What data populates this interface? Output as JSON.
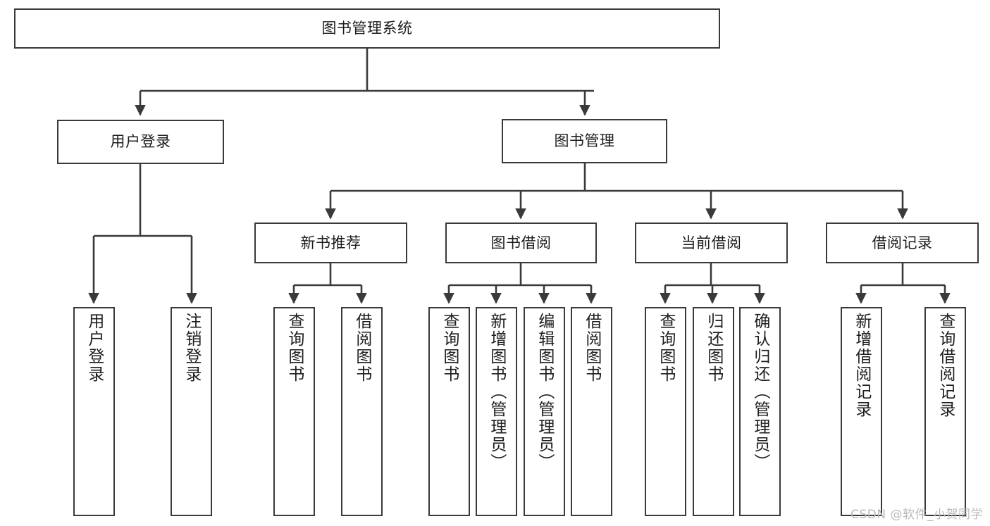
{
  "diagram": {
    "type": "tree-hierarchy-chart",
    "title": "图书管理系统",
    "watermark": "CSDN @软件_小贺同学",
    "colors": {
      "box_border": "#3a3a3a",
      "box_fill": "#ffffff",
      "connector": "#3a3a3a",
      "text": "#1d1d1d",
      "watermark": "#b9b9b9",
      "background": "#ffffff"
    },
    "levels": {
      "root": "图书管理系统",
      "level2": [
        "用户登录",
        "图书管理"
      ],
      "level3": [
        "新书推荐",
        "图书借阅",
        "当前借阅",
        "借阅记录"
      ],
      "leaves": [
        "用户登录",
        "注销登录",
        "查询图书",
        "借阅图书",
        "查询图书",
        "新增图书（管理员）",
        "编辑图书（管理员）",
        "借阅图书",
        "查询图书",
        "归还图书",
        "确认归还（管理员）",
        "新增借阅记录",
        "查询借阅记录"
      ]
    },
    "nodes": {
      "root": {
        "label": "图书管理系统"
      },
      "user_login": {
        "label": "用户登录"
      },
      "book_manage": {
        "label": "图书管理"
      },
      "new_book_rec": {
        "label": "新书推荐"
      },
      "book_borrow": {
        "label": "图书借阅"
      },
      "current_borrow": {
        "label": "当前借阅"
      },
      "borrow_record": {
        "label": "借阅记录"
      },
      "leaf_user_login": {
        "label": "用户登录"
      },
      "leaf_logout": {
        "label": "注销登录"
      },
      "leaf_query_book_a": {
        "label": "查询图书"
      },
      "leaf_borrow_book_a": {
        "label": "借阅图书"
      },
      "leaf_query_book_b": {
        "label": "查询图书"
      },
      "leaf_add_book": {
        "label": "新增图书（管理员）"
      },
      "leaf_edit_book": {
        "label": "编辑图书（管理员）"
      },
      "leaf_borrow_book_b": {
        "label": "借阅图书"
      },
      "leaf_query_book_c": {
        "label": "查询图书"
      },
      "leaf_return_book": {
        "label": "归还图书"
      },
      "leaf_confirm_return": {
        "label": "确认归还（管理员）"
      },
      "leaf_add_record": {
        "label": "新增借阅记录"
      },
      "leaf_query_record": {
        "label": "查询借阅记录"
      }
    },
    "edges": [
      {
        "from": "root",
        "to": "user_login"
      },
      {
        "from": "root",
        "to": "book_manage"
      },
      {
        "from": "user_login",
        "to": "leaf_user_login"
      },
      {
        "from": "user_login",
        "to": "leaf_logout"
      },
      {
        "from": "book_manage",
        "to": "new_book_rec"
      },
      {
        "from": "book_manage",
        "to": "book_borrow"
      },
      {
        "from": "book_manage",
        "to": "current_borrow"
      },
      {
        "from": "book_manage",
        "to": "borrow_record"
      },
      {
        "from": "new_book_rec",
        "to": "leaf_query_book_a"
      },
      {
        "from": "new_book_rec",
        "to": "leaf_borrow_book_a"
      },
      {
        "from": "book_borrow",
        "to": "leaf_query_book_b"
      },
      {
        "from": "book_borrow",
        "to": "leaf_add_book"
      },
      {
        "from": "book_borrow",
        "to": "leaf_edit_book"
      },
      {
        "from": "book_borrow",
        "to": "leaf_borrow_book_b"
      },
      {
        "from": "current_borrow",
        "to": "leaf_query_book_c"
      },
      {
        "from": "current_borrow",
        "to": "leaf_return_book"
      },
      {
        "from": "current_borrow",
        "to": "leaf_confirm_return"
      },
      {
        "from": "borrow_record",
        "to": "leaf_add_record"
      },
      {
        "from": "borrow_record",
        "to": "leaf_query_record"
      }
    ]
  }
}
